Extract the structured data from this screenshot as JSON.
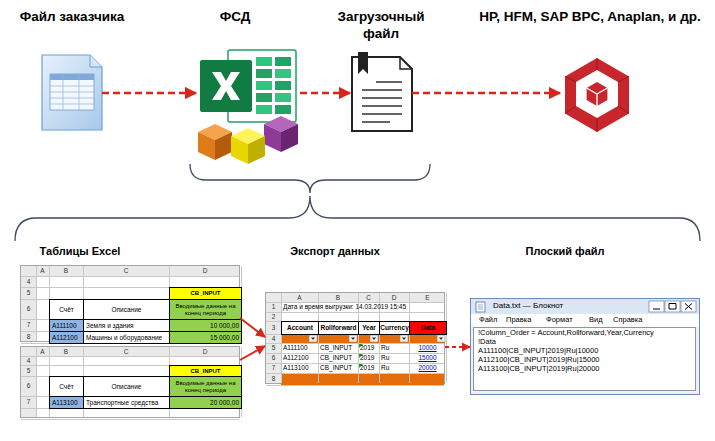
{
  "diagram": {
    "nodes": [
      {
        "text": [
          "Файл заказчика"
        ]
      },
      {
        "text": [
          "ФСД"
        ]
      },
      {
        "text": [
          "Загрузочный файл"
        ]
      },
      {
        "text": [
          "HP, HFM, SAP BPC, Anaplan, и др."
        ]
      },
      {
        "text": [
          "A",
          "B",
          "C",
          "D",
          "4",
          "5",
          "6",
          "7",
          "8",
          "CB_INPUT",
          "Счёт",
          "Описание",
          "Вводимые данные на конец периода",
          "A111100",
          "Земля и здания",
          "10 000,00",
          "A112100",
          "Машины и оборудование",
          "15 000,00"
        ]
      },
      {
        "text": [
          "A",
          "B",
          "C",
          "D",
          "4",
          "5",
          "6",
          "7",
          "CB_INPUT",
          "Счёт",
          "Описание",
          "Вводимые данные на конец периода",
          "A113100",
          "Транспортные средства",
          "20 000,00"
        ]
      },
      {
        "text": [
          "A",
          "B",
          "C",
          "D",
          "E",
          "1",
          "2",
          "3",
          "4",
          "5",
          "6",
          "7",
          "8",
          "Дата и время выгрузки: 14.03.2019 15:45",
          "Account",
          "Rollforward",
          "Year",
          "Currency",
          "Data",
          "A111100",
          "CB_INPUT",
          "2019",
          "Ru",
          "10000",
          "A112100",
          "CB_INPUT",
          "2019",
          "Ru",
          "15000",
          "A113100",
          "CB_INPUT",
          "2019",
          "Ru",
          "20000"
        ]
      },
      {
        "text": [
          "Data.txt — Блокнот",
          "Файл",
          "Правка",
          "Формат",
          "Вид",
          "Справка",
          "!Column_Order = Account,Rollforward,Year,Currency",
          "!Data",
          "A111100|CB_INPUT|2019|Ru|10000",
          "A112100|CB_INPUT|2019|Ru|15000",
          "A113100|CB_INPUT|2019|Ru|20000"
        ]
      }
    ],
    "edges": [
      {
        "from": 0,
        "to": 1,
        "arrow": "to"
      },
      {
        "from": 1,
        "to": 2,
        "arrow": "to"
      },
      {
        "from": 2,
        "to": 3,
        "arrow": "to"
      },
      {
        "from": 4,
        "to": 6,
        "arrow": "to"
      },
      {
        "from": 5,
        "to": 6,
        "arrow": "to"
      },
      {
        "from": 6,
        "to": 7,
        "arrow": "to"
      }
    ],
    "labels": [
      "Таблицы Excel",
      "Экспорт данных",
      "Плоский файл"
    ]
  }
}
